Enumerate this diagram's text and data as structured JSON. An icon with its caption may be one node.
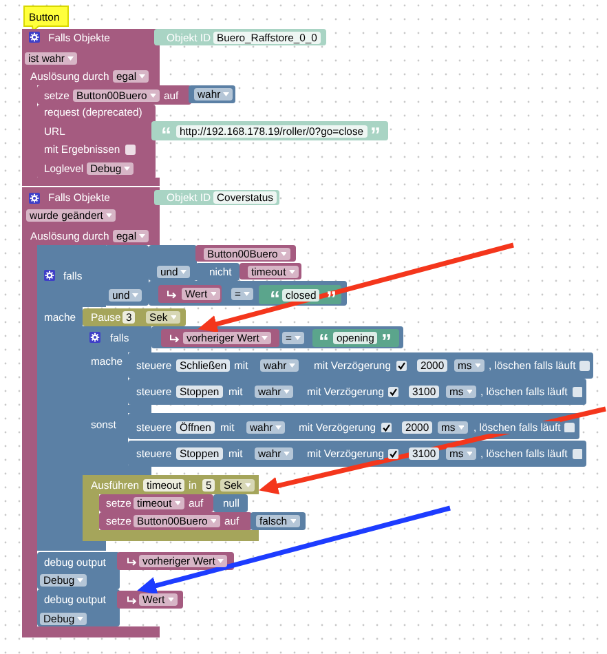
{
  "diagram": {
    "nodes": [
      {
        "text": [
          "Button"
        ]
      },
      {
        "text": [
          "Falls Objekte",
          "ist wahr",
          "Auslösung durch",
          "egal"
        ]
      },
      {
        "text": [
          "Objekt ID",
          "Buero_Raffstore_0_0"
        ]
      },
      {
        "text": [
          "setze",
          "Button00Buero",
          "auf"
        ]
      },
      {
        "text": [
          "wahr"
        ]
      },
      {
        "text": [
          "request (deprecated)",
          "URL",
          "mit Ergebnissen",
          "Loglevel",
          "Debug"
        ],
        "in": 1
      },
      {
        "text": [
          "“",
          "http://192.168.178.19/roller/0?go=close",
          "”"
        ]
      },
      {
        "text": [
          "Falls Objekte",
          "wurde geändert",
          "Auslösung durch",
          "egal"
        ]
      },
      {
        "text": [
          "Objekt ID",
          "Coverstatus"
        ]
      },
      {
        "text": [
          "falls",
          "mache"
        ],
        "in": 7
      },
      {
        "text": [
          "und"
        ],
        "in": 7
      },
      {
        "text": [
          "und"
        ]
      },
      {
        "text": [
          "Button00Buero"
        ]
      },
      {
        "text": [
          "nicht"
        ]
      },
      {
        "text": [
          "timeout"
        ]
      },
      {
        "text": [
          "="
        ]
      },
      {
        "text": [
          "Wert"
        ],
        "in": 15
      },
      {
        "text": [
          "“",
          "closed",
          "”"
        ],
        "in": 15
      },
      {
        "text": [
          "Pause",
          "3",
          "Sek"
        ]
      },
      {
        "text": [
          "falls",
          "mache",
          "sonst"
        ],
        "in": 7
      },
      {
        "text": [
          "="
        ]
      },
      {
        "text": [
          "vorheriger Wert"
        ],
        "in": 20
      },
      {
        "text": [
          "“",
          "opening",
          "”"
        ],
        "in": 20
      },
      {
        "text": [
          "steuere",
          "Schließen",
          "mit",
          "mit Verzögerung",
          "2000",
          "ms",
          ", löschen falls läuft"
        ]
      },
      {
        "text": [
          "wahr"
        ],
        "in": 23
      },
      {
        "text": [
          "steuere",
          "Stoppen",
          "mit",
          "mit Verzögerung",
          "3100",
          "ms",
          ", löschen falls läuft"
        ]
      },
      {
        "text": [
          "wahr"
        ],
        "in": 25
      },
      {
        "text": [
          "steuere",
          "Öffnen",
          "mit",
          "mit Verzögerung",
          "2000",
          "ms",
          ", löschen falls läuft"
        ]
      },
      {
        "text": [
          "wahr"
        ],
        "in": 27
      },
      {
        "text": [
          "steuere",
          "Stoppen",
          "mit",
          "mit Verzögerung",
          "3100",
          "ms",
          ", löschen falls läuft"
        ]
      },
      {
        "text": [
          "wahr"
        ],
        "in": 29
      },
      {
        "text": [
          "Ausführen",
          "timeout",
          "in",
          "5",
          "Sek"
        ]
      },
      {
        "text": [
          "setze",
          "timeout",
          "auf"
        ],
        "in": 31
      },
      {
        "text": [
          "null"
        ],
        "in": 31
      },
      {
        "text": [
          "setze",
          "Button00Buero",
          "auf"
        ],
        "in": 31
      },
      {
        "text": [
          "falsch"
        ]
      },
      {
        "text": [
          "debug output",
          "Debug"
        ],
        "in": 7
      },
      {
        "text": [
          "vorheriger Wert"
        ]
      },
      {
        "text": [
          "debug output",
          "Debug"
        ],
        "in": 7
      },
      {
        "text": [
          "Wert"
        ]
      }
    ],
    "edges": [
      {
        "from": null,
        "to": 21,
        "arrow": "to"
      },
      {
        "from": null,
        "to": 31,
        "arrow": "to"
      },
      {
        "from": null,
        "to": 39,
        "arrow": "to",
        "color": "#1d3cff"
      }
    ]
  }
}
